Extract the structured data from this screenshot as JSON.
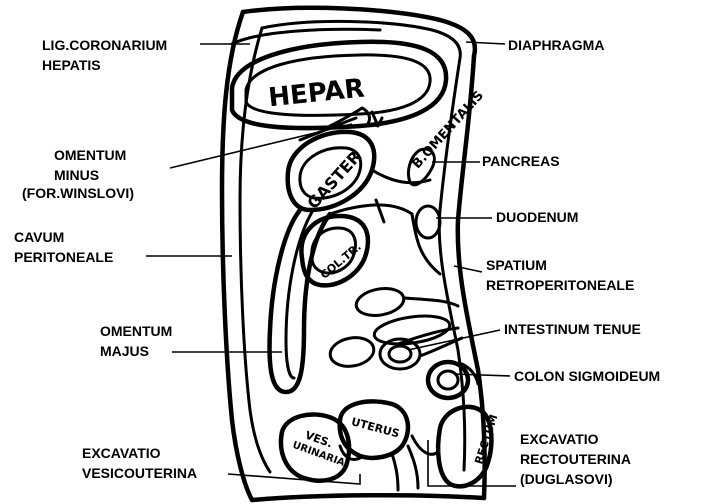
{
  "labels": {
    "lig_coronarium_1": "LIG.CORONARIUM",
    "lig_coronarium_2": "HEPATIS",
    "diaphragma": "DIAPHRAGMA",
    "omentum_minus_1": "OMENTUM",
    "omentum_minus_2": "MINUS",
    "omentum_minus_3": "(FOR.WINSLOVI)",
    "pancreas": "PANCREAS",
    "duodenum": "DUODENUM",
    "cavum_1": "CAVUM",
    "cavum_2": "PERITONEALE",
    "spatium_1": "SPATIUM",
    "spatium_2": "RETROPERITONEALE",
    "omentum_majus_1": "OMENTUM",
    "omentum_majus_2": "MAJUS",
    "intestinum": "INTESTINUM TENUE",
    "colon": "COLON SIGMOIDEUM",
    "exc_vesico_1": "EXCAVATIO",
    "exc_vesico_2": "VESICOUTERINA",
    "exc_recto_1": "EXCAVATIO",
    "exc_recto_2": "RECTOUTERINA",
    "exc_recto_3": "(DUGLASOVI)"
  },
  "organs": {
    "hepar": "HEPAR",
    "gaster": "GASTER",
    "bursa": "B.OMENTALIS",
    "colon_tr": "COL.TR.",
    "ves_1": "VES.",
    "ves_2": "URINARIA",
    "uterus": "UTERUS",
    "rectum": "RECTUM"
  }
}
